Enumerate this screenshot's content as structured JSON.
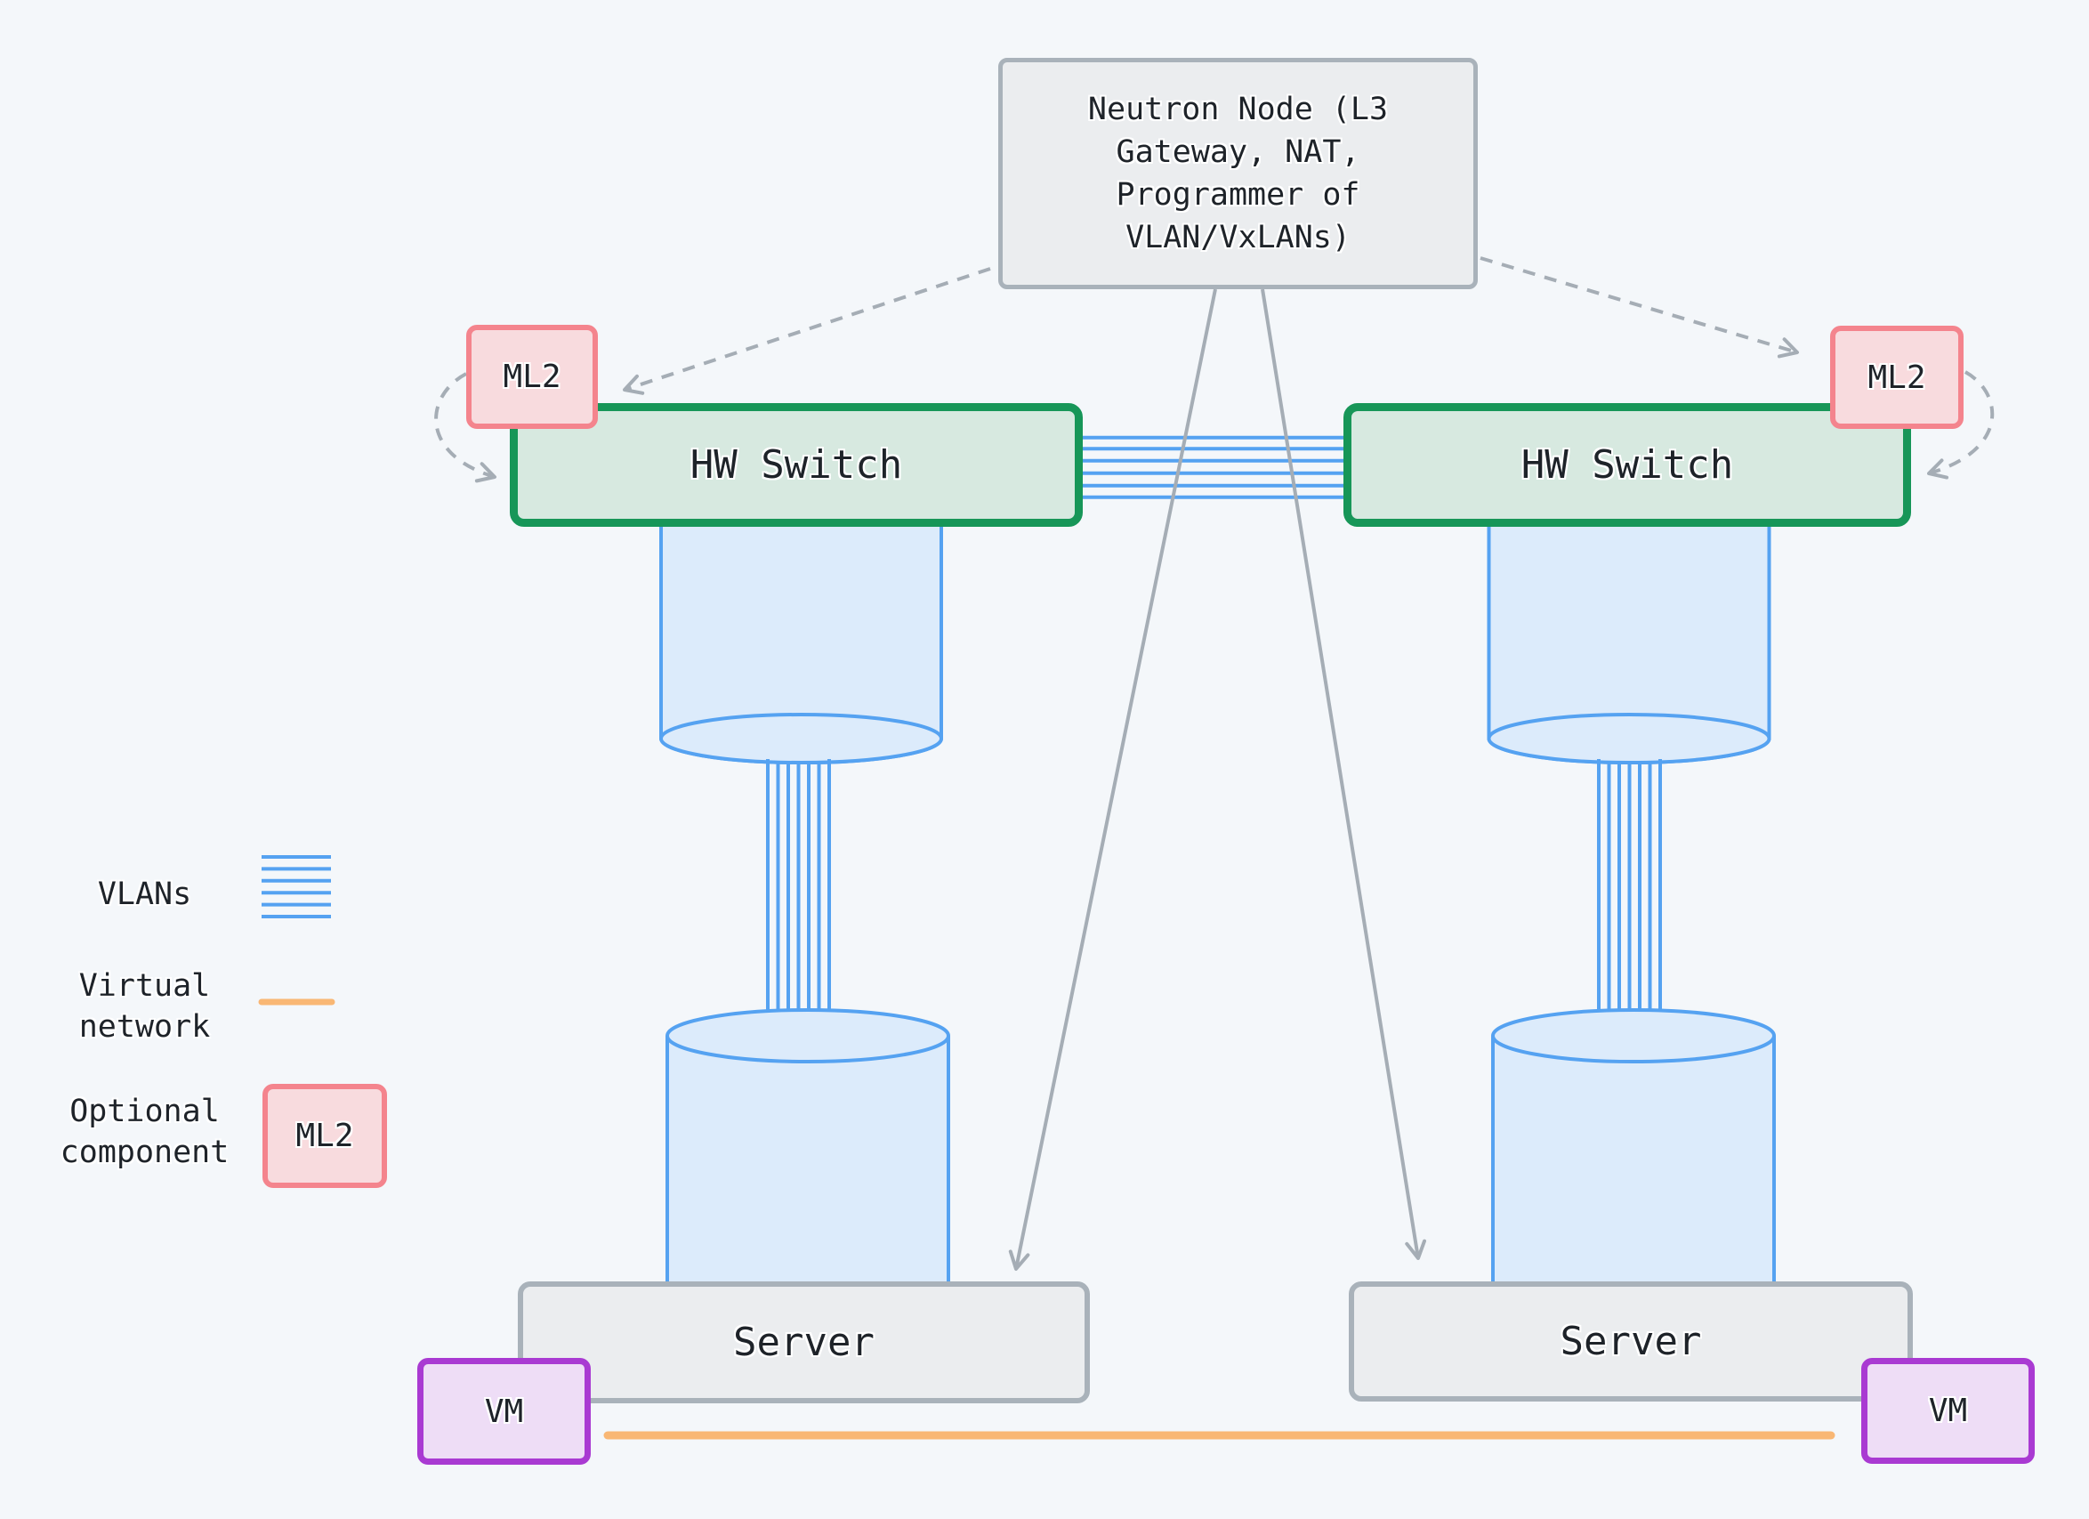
{
  "diagram": {
    "nodes": {
      "neutron": {
        "lines": [
          "Neutron Node (L3",
          "Gateway, NAT,",
          "Programmer of",
          "VLAN/VxLANs)"
        ]
      },
      "hw_switch_left": {
        "label": "HW Switch"
      },
      "hw_switch_right": {
        "label": "HW Switch"
      },
      "ml2_left": {
        "label": "ML2"
      },
      "ml2_right": {
        "label": "ML2"
      },
      "server_left": {
        "label": "Server"
      },
      "server_right": {
        "label": "Server"
      },
      "vm_left": {
        "label": "VM"
      },
      "vm_right": {
        "label": "VM"
      }
    },
    "legend": {
      "vlans": {
        "label": "VLANs"
      },
      "virtual_network": {
        "lines": [
          "Virtual",
          "network"
        ]
      },
      "optional_component": {
        "lines": [
          "Optional",
          "component"
        ],
        "example_label": "ML2"
      }
    },
    "colors": {
      "background": "#f4f7fa",
      "vlan_blue": "#55a2f1",
      "cylinder_fill": "#dcebfb",
      "virtual_network_orange": "#f9b774",
      "switch_border_green": "#179658",
      "switch_fill_green": "#d7e9e0",
      "optional_border_pink": "#f4848d",
      "optional_fill_pink": "#f8dbde",
      "vm_border_purple": "#a93ad2",
      "vm_fill_purple": "#eeddf6",
      "box_border_gray": "#a9b2ba",
      "box_fill_gray": "#ebedef",
      "arrow_gray": "#a5adb5",
      "text": "#1e2329"
    }
  }
}
